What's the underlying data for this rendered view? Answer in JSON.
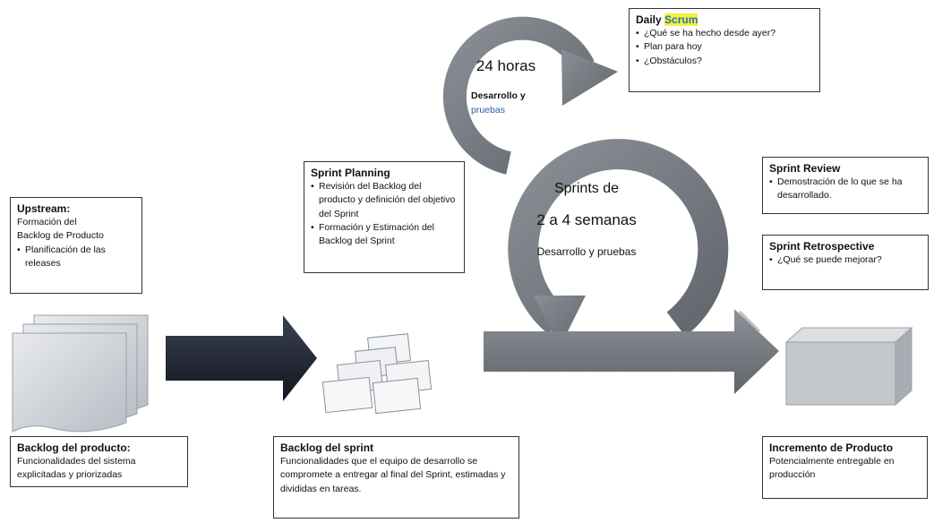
{
  "daily_scrum": {
    "title_prefix": "Daily ",
    "title_highlight": "Scrum",
    "items": [
      "¿Qué se ha hecho desde ayer?",
      "Plan para hoy",
      "¿Obstáculos?"
    ]
  },
  "cycle_small": {
    "hours": "24 horas",
    "line1": "Desarrollo y",
    "line2": "pruebas"
  },
  "cycle_big": {
    "line1": "Sprints de",
    "line2": "2 a 4 semanas",
    "line3": "Desarrollo y pruebas"
  },
  "sprint_planning": {
    "title": "Sprint Planning",
    "items": [
      "Revisión del Backlog del producto y definición del objetivo del Sprint",
      "Formación y Estimación del Backlog del Sprint"
    ]
  },
  "upstream": {
    "title": "Upstream:",
    "line1": "Formación del",
    "line2": "Backlog de Producto",
    "items": [
      "Planificación de las releases"
    ]
  },
  "sprint_review": {
    "title": "Sprint Review",
    "items": [
      "Demostración de lo que se ha desarrollado."
    ]
  },
  "sprint_retro": {
    "title": "Sprint Retrospective",
    "items": [
      "¿Qué se puede mejorar?"
    ]
  },
  "backlog_producto": {
    "title": "Backlog del producto:",
    "text": "Funcionalidades del sistema explicitadas y priorizadas"
  },
  "backlog_sprint": {
    "title": "Backlog del sprint",
    "text": "Funcionalidades que el equipo de desarrollo se compromete a entregar al final del Sprint, estimadas y divididas en tareas."
  },
  "incremento": {
    "title": "Incremento de Producto",
    "text": "Potencialmente entregable en producción"
  },
  "colors": {
    "dark_arrow": "#1d2230",
    "gray_arrow": "#7a7f86",
    "gray_light": "#a9adb3",
    "page": "#c9ccd2"
  }
}
